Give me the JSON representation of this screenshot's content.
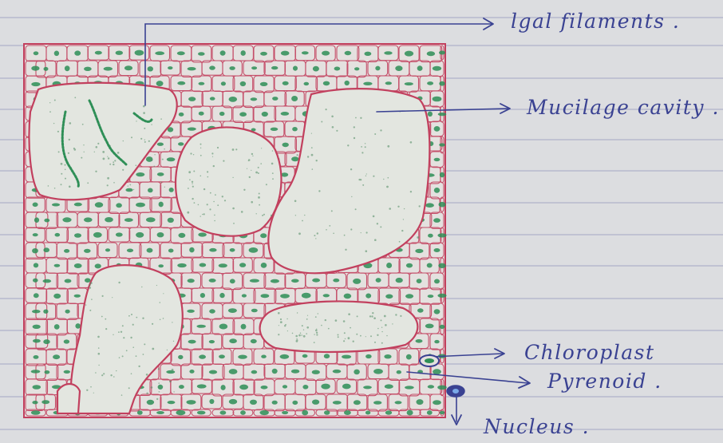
{
  "labels": {
    "algal_filaments": "lgal filaments .",
    "mucilage_cavity": "Mucilage cavity .",
    "chloroplast": "Chloroplast",
    "pyrenoid": "Pyrenoid .",
    "nucleus": "Nucleus ."
  },
  "colors": {
    "paper": "#dcdde0",
    "ruling": "#a9abc6",
    "ink_red": "#c2405e",
    "ink_green": "#2f8f57",
    "ink_blue": "#3a4292",
    "cavity_fill": "#e3e6e0",
    "cell_fill": "#e4e1df"
  },
  "icons": [
    "arrow-right-icon",
    "arrow-down-icon"
  ]
}
